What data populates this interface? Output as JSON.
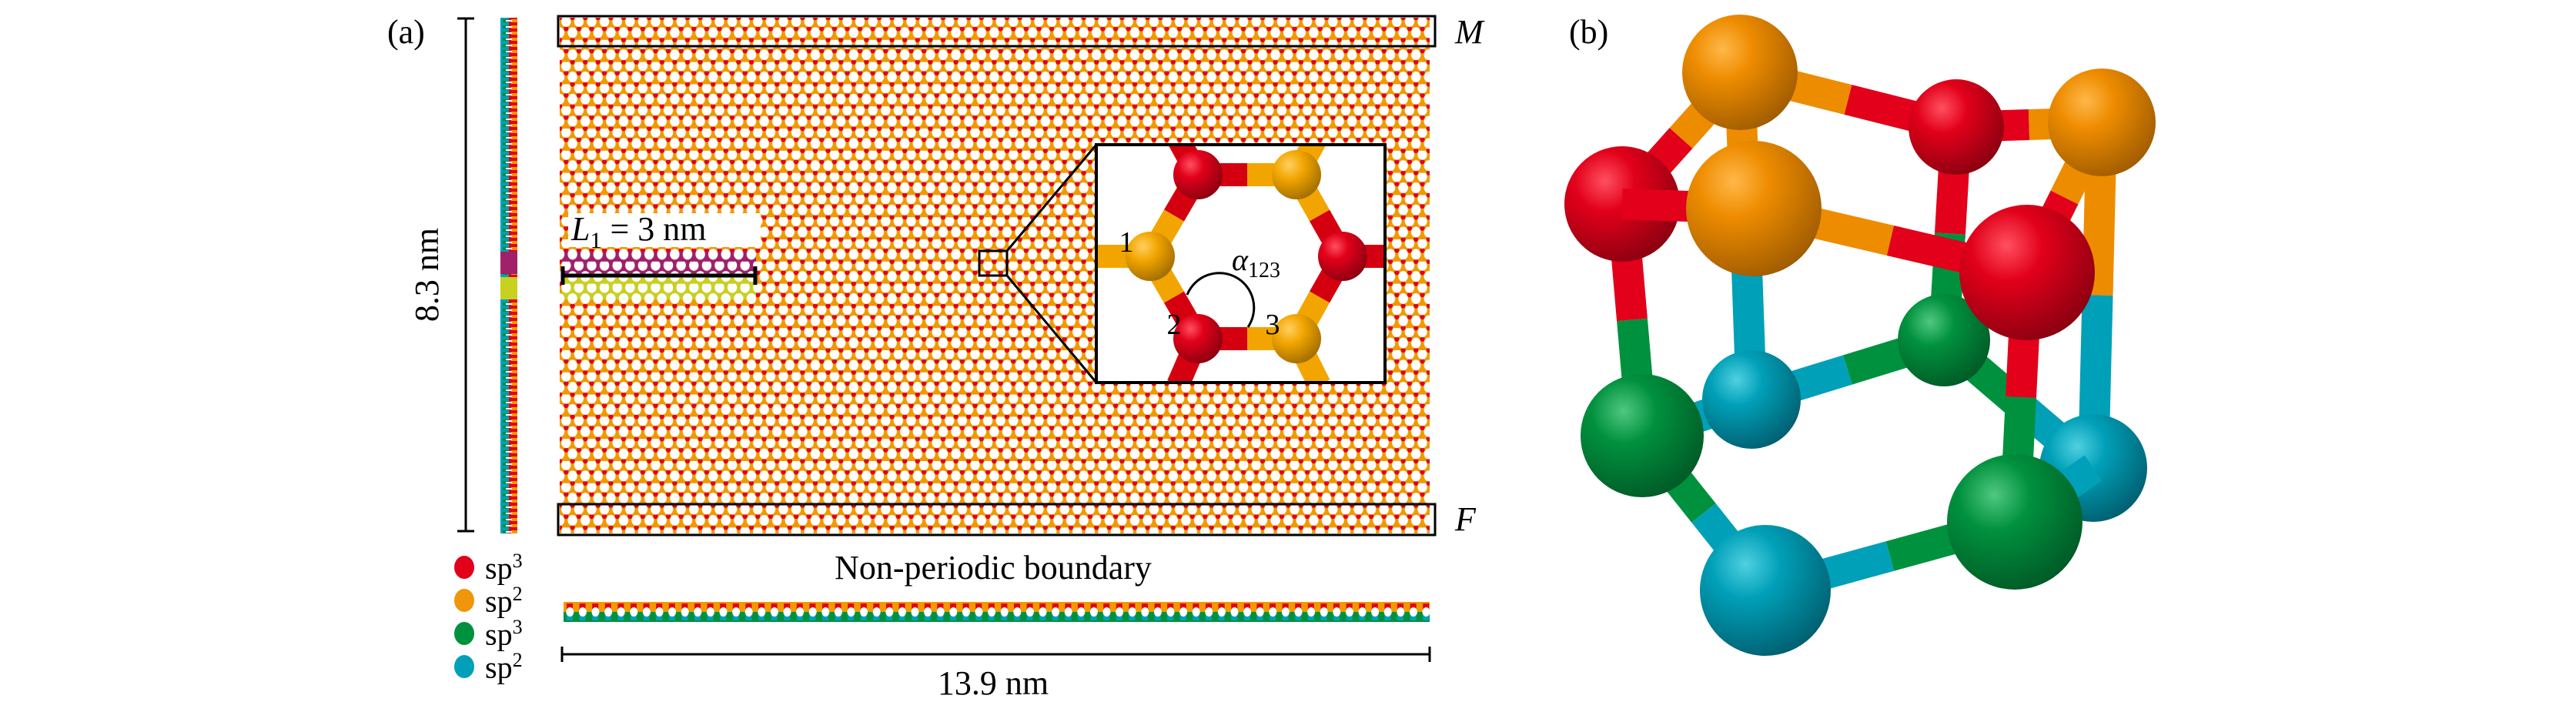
{
  "panel_a": {
    "label": "(a)",
    "height_label": "8.3 nm",
    "width_label": "13.9 nm",
    "l1_label": "L",
    "l1_sub": "1",
    "l1_value": " = 3 nm",
    "top_region": "M",
    "bottom_region": "F",
    "boundary_label": "Non-periodic boundary",
    "inset": {
      "atom_labels": [
        "1",
        "2",
        "3"
      ],
      "angle_label": "α",
      "angle_sub": "123"
    },
    "legend": [
      {
        "label": "sp",
        "sup": "3",
        "color": "#e2001a"
      },
      {
        "label": "sp",
        "sup": "2",
        "color": "#f0960a"
      },
      {
        "label": "sp",
        "sup": "3",
        "color": "#00913e"
      },
      {
        "label": "sp",
        "sup": "2",
        "color": "#00a0b8"
      }
    ]
  },
  "panel_b": {
    "label": "(b)"
  },
  "colors": {
    "red": "#e2001a",
    "orange": "#ee8c00",
    "green": "#00913e",
    "teal": "#00a0b8",
    "magenta": "#a0206a",
    "yellow": "#c8d020"
  }
}
